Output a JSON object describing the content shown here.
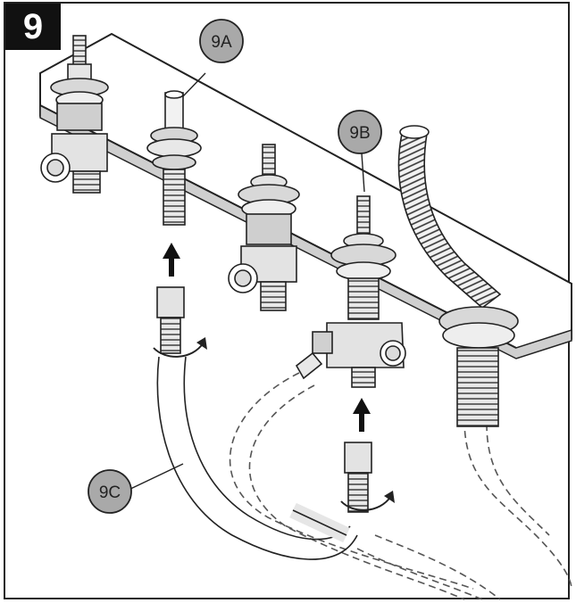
{
  "step": {
    "number": "9"
  },
  "callouts": [
    {
      "id": "9A",
      "label": "9A"
    },
    {
      "id": "9B",
      "label": "9B"
    },
    {
      "id": "9C",
      "label": "9C"
    }
  ],
  "colors": {
    "line": "#222222",
    "callout_fill": "#a9a9a9",
    "badge_bg": "#111111",
    "badge_text": "#ffffff"
  }
}
